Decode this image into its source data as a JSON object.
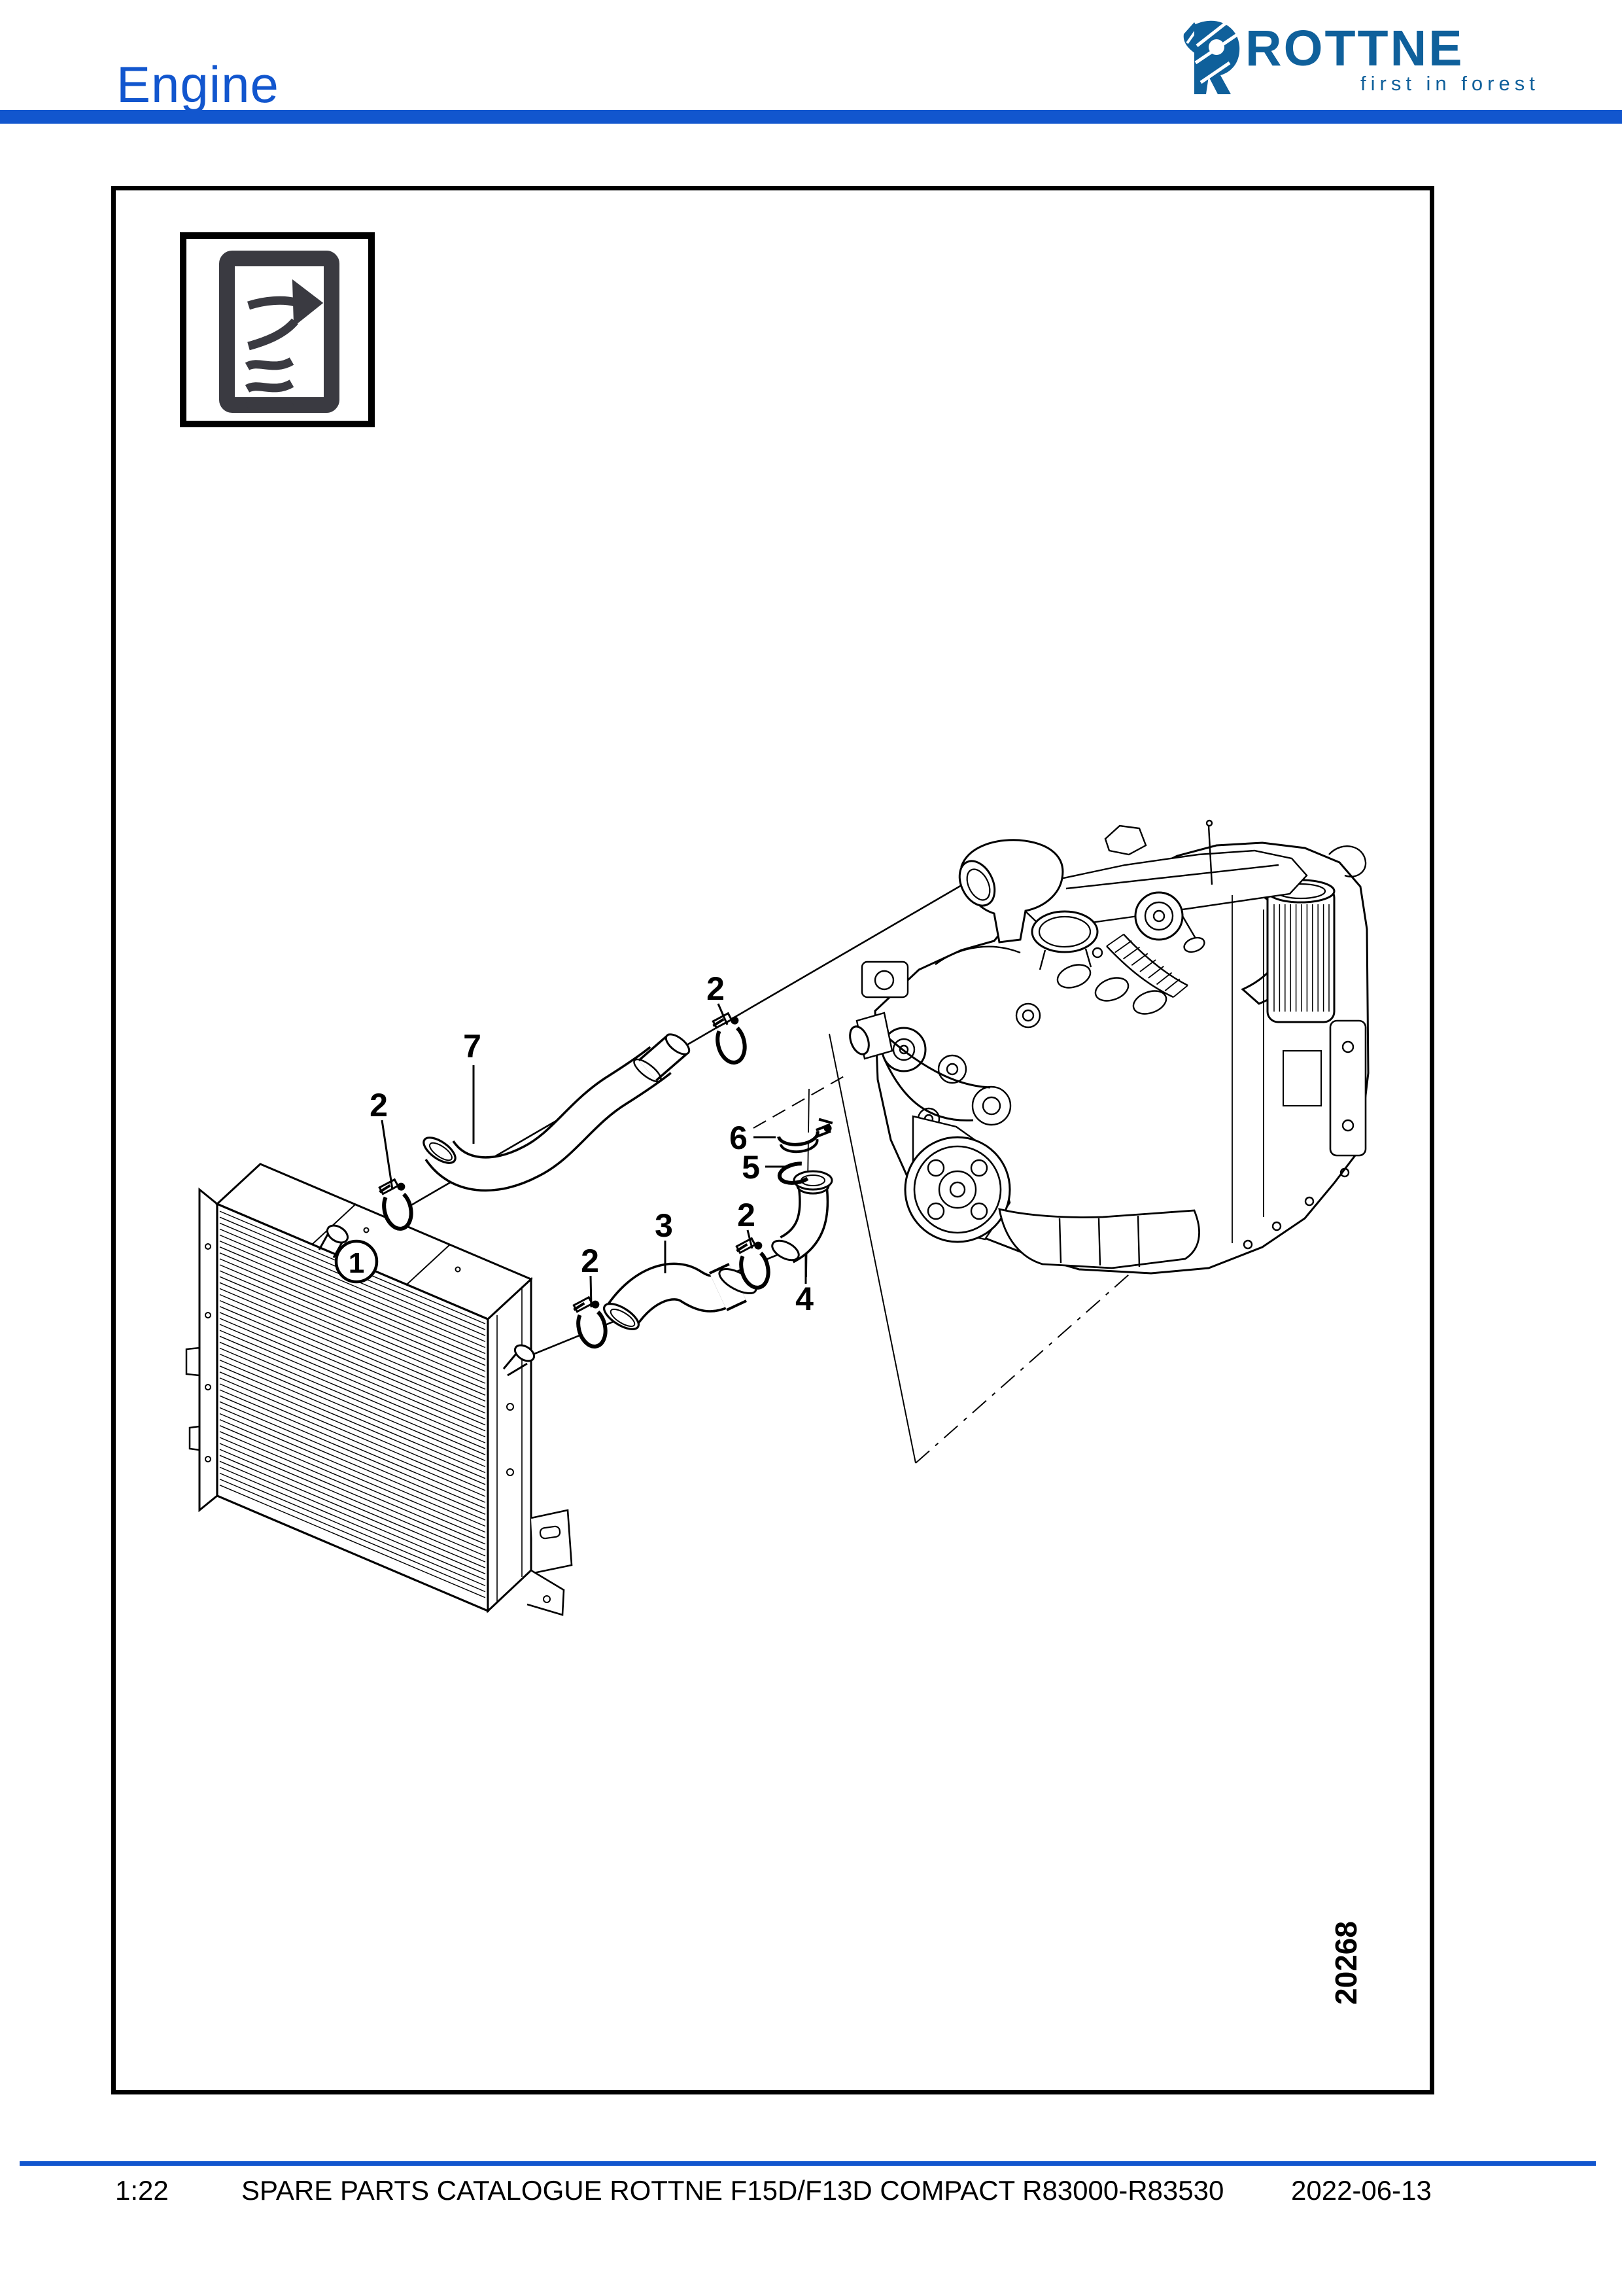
{
  "header": {
    "title": "Engine",
    "accent_color": "#1256CE"
  },
  "logo": {
    "name": "ROTTNE",
    "tagline": "first in forest",
    "color": "#0F609B",
    "mark": "rottne-r-mark"
  },
  "figure": {
    "drawing_number": "20268",
    "icon": "airflow-icon",
    "callouts": [
      {
        "text": "2"
      },
      {
        "text": "7"
      },
      {
        "text": "2"
      },
      {
        "text": "6"
      },
      {
        "text": "5"
      },
      {
        "text": "2"
      },
      {
        "text": "3"
      },
      {
        "text": "2"
      },
      {
        "text": "4"
      },
      {
        "text": "1"
      }
    ]
  },
  "footer": {
    "scale": "1:22",
    "title": "SPARE PARTS CATALOGUE ROTTNE F15D/F13D COMPACT R83000-R83530",
    "date": "2022-06-13"
  }
}
